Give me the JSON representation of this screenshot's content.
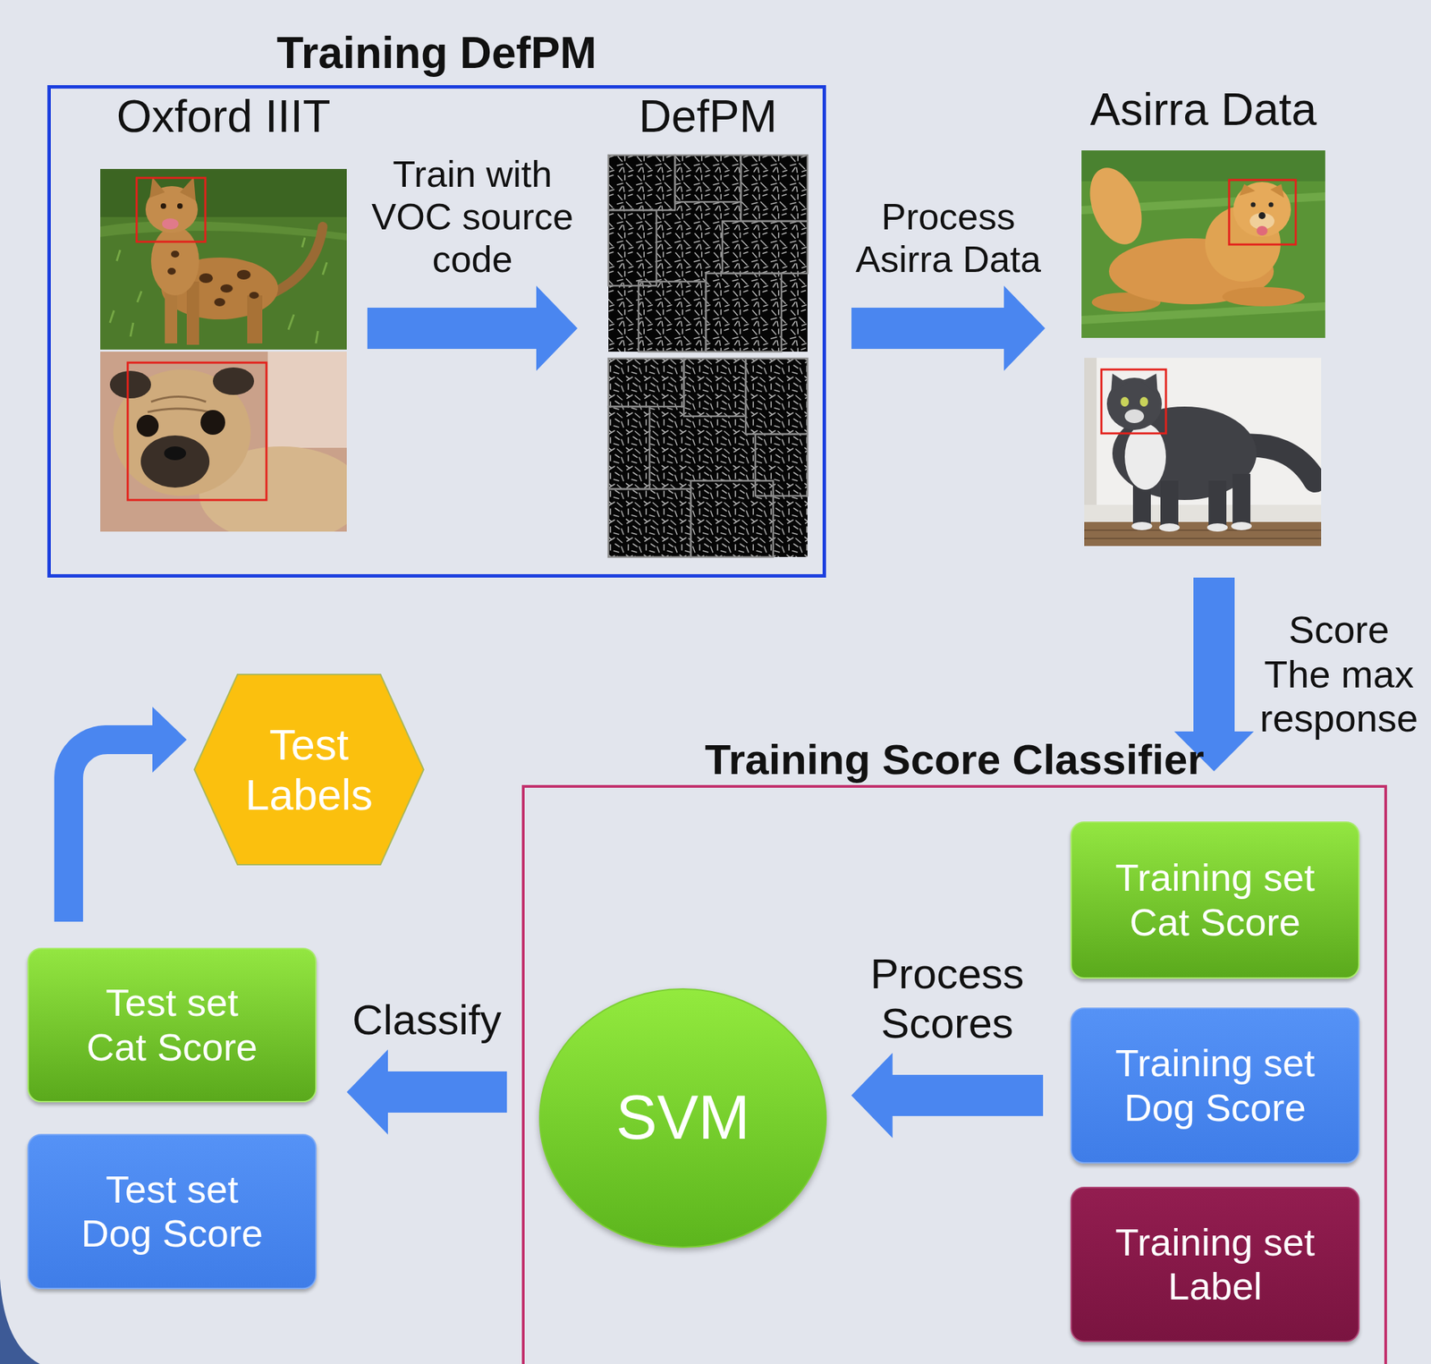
{
  "diagram": {
    "nodes": [
      {
        "text": [
          "Training DefPM"
        ]
      },
      {
        "text": [
          "Oxford IIIT"
        ],
        "in": 0
      },
      {
        "text": [
          "DefPM"
        ],
        "in": 0
      },
      {
        "text": [
          "Asirra Data"
        ]
      },
      {
        "text": [
          "Training Score Classifier"
        ]
      },
      {
        "text": [
          "SVM"
        ],
        "in": 4
      },
      {
        "text": [
          "Training set Cat Score"
        ],
        "in": 4
      },
      {
        "text": [
          "Training set Dog Score"
        ],
        "in": 4
      },
      {
        "text": [
          "Training set Label"
        ],
        "in": 4
      },
      {
        "text": [
          "Test Labels"
        ]
      },
      {
        "text": [
          "Test set Cat Score"
        ]
      },
      {
        "text": [
          "Test set Dog Score"
        ]
      }
    ],
    "edges": [
      {
        "from": 1,
        "to": 2,
        "label": "Train with VOC source code",
        "arrow": "to"
      },
      {
        "from": 2,
        "to": 3,
        "label": "Process Asirra Data",
        "arrow": "to"
      },
      {
        "from": 3,
        "to": 4,
        "label": "Score The max response",
        "arrow": "to"
      },
      {
        "from": 7,
        "to": 5,
        "label": "Process Scores",
        "arrow": "to"
      },
      {
        "from": 5,
        "to": 10,
        "label": "Classify",
        "arrow": "to"
      },
      {
        "from": 10,
        "to": 9,
        "arrow": "to"
      }
    ]
  }
}
